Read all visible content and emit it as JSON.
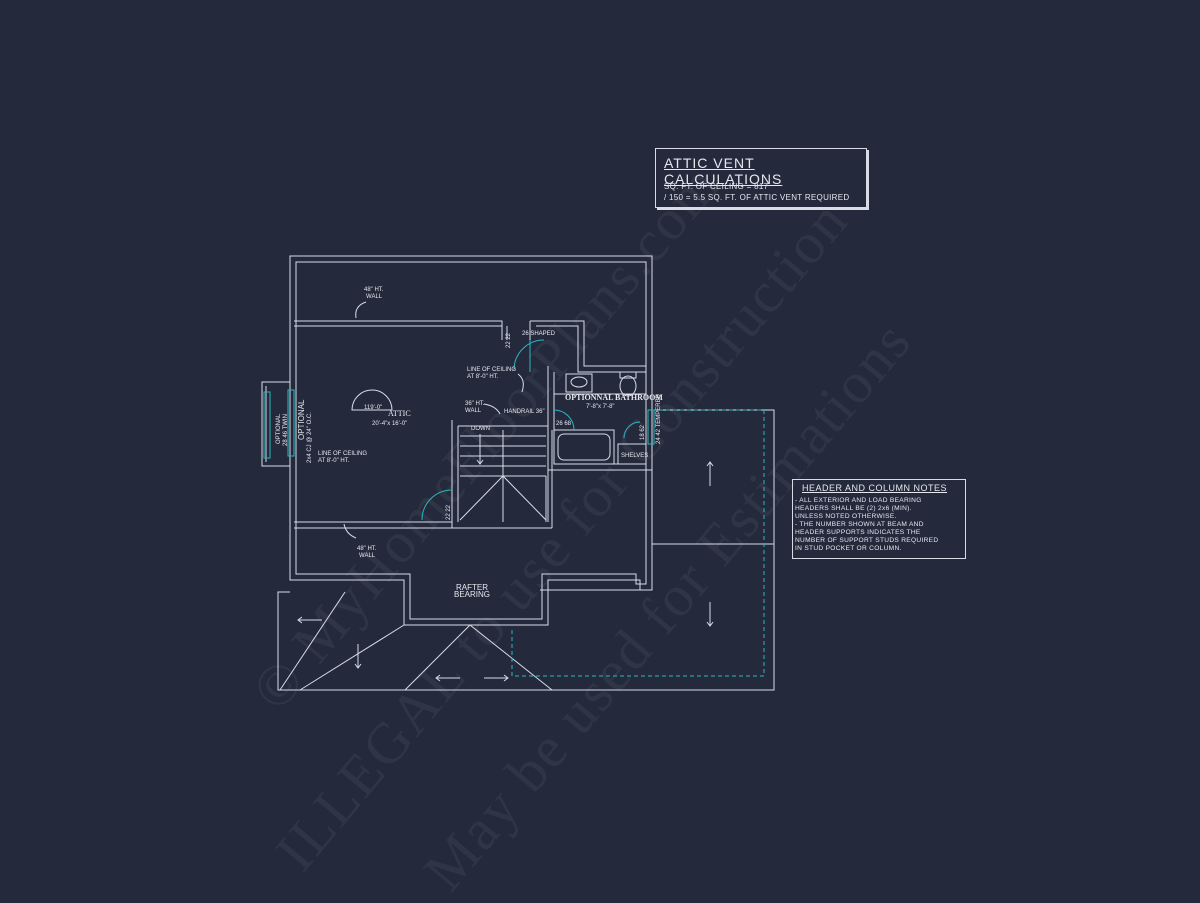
{
  "watermark": {
    "line1": "© MyHomeFloorPlans.com",
    "line2": "ILLEGAL to use for Construction",
    "line3": "May be used for Estimations"
  },
  "attic_vent": {
    "title": "ATTIC VENT CALCULATIONS",
    "line1": "SQ. FT. OF CEILING = 817",
    "line2": "/ 150 = 5.5 SQ. FT. OF ATTIC VENT REQUIRED"
  },
  "header_notes": {
    "title": "HEADER AND COLUMN NOTES",
    "lines": [
      "- ALL EXTERIOR AND LOAD BEARING",
      "HEADERS SHALL BE (2) 2x6 (MIN).",
      "UNLESS NOTED OTHERWISE.",
      "- THE NUMBER SHOWN AT BEAM AND",
      "HEADER SUPPORTS INDICATES THE",
      "NUMBER OF SUPPORT STUDS REQUIRED",
      "IN STUD POCKET OR COLUMN."
    ]
  },
  "plan": {
    "wall_top_1": "48\" HT.",
    "wall_top_2": "WALL",
    "wall_bottom_1": "48\" HT.",
    "wall_bottom_2": "WALL",
    "ceiling_line_1a": "LINE OF CEILING",
    "ceiling_line_1b": "AT 8'-0\" HT.",
    "ceiling_line_2a": "LINE OF CEILING",
    "ceiling_line_2b": "AT 8'-0\" HT.",
    "attic_title": "ATTIC",
    "attic_size": "20'-4\"x 16'-0\"",
    "attic_ceiling": "119'-0\"",
    "stair_wall_1": "36\" HT.",
    "stair_wall_2": "WALL",
    "handrail": "HANDRAIL 36\"",
    "down": "DOWN",
    "door_2668": "26 68",
    "shaped": "26 SHAPED",
    "bath_title": "OPTIONNAL BATHROOM",
    "bath_size": "7'-8\"x 7'-8\"",
    "shelves": "SHELVES",
    "tempered": "24 42 TEMPERED",
    "door_22_top": "22 22",
    "door_22_left": "22 22",
    "door_18": "18 62",
    "optional_label": "OPTIONAL",
    "joist_label": "2x4 CJ @ 24\" O.C.",
    "win_label_1": "OPTIONAL",
    "win_label_2": "28 46 TWIN",
    "rafter_1": "RAFTER",
    "rafter_2": "BEARING"
  },
  "colors": {
    "background": "#242a3c",
    "line": "#d8dce6",
    "accent": "#2bb5c0"
  }
}
